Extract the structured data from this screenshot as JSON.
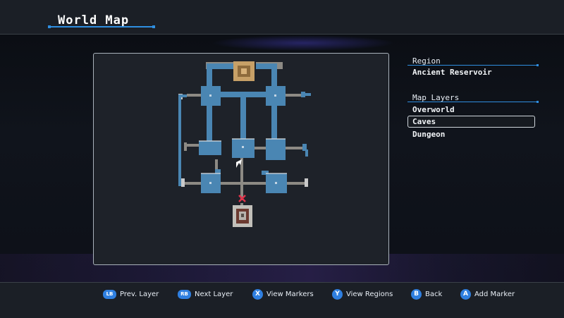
{
  "header": {
    "title": "World Map"
  },
  "side": {
    "region_label": "Region",
    "region_value": "Ancient Reservoir",
    "layers_label": "Map Layers",
    "layers": [
      {
        "label": "Overworld",
        "selected": false
      },
      {
        "label": "Caves",
        "selected": true
      },
      {
        "label": "Dungeon",
        "selected": false
      }
    ]
  },
  "footer": {
    "hints": [
      {
        "button": "LB",
        "label": "Prev. Layer",
        "icon": "lb-button-icon"
      },
      {
        "button": "RB",
        "label": "Next Layer",
        "icon": "rb-button-icon"
      },
      {
        "button": "X",
        "label": "View Markers",
        "icon": "x-button-icon"
      },
      {
        "button": "Y",
        "label": "View Regions",
        "icon": "y-button-icon"
      },
      {
        "button": "B",
        "label": "Back",
        "icon": "b-button-icon"
      },
      {
        "button": "A",
        "label": "Add Marker",
        "icon": "a-button-icon"
      }
    ]
  },
  "colors": {
    "accent": "#2f8ee0",
    "room": "#4a86b3",
    "corridor": "#8d8a84",
    "objective": "#c7a067",
    "marker": "#e0334a",
    "player": "#ffffff"
  }
}
